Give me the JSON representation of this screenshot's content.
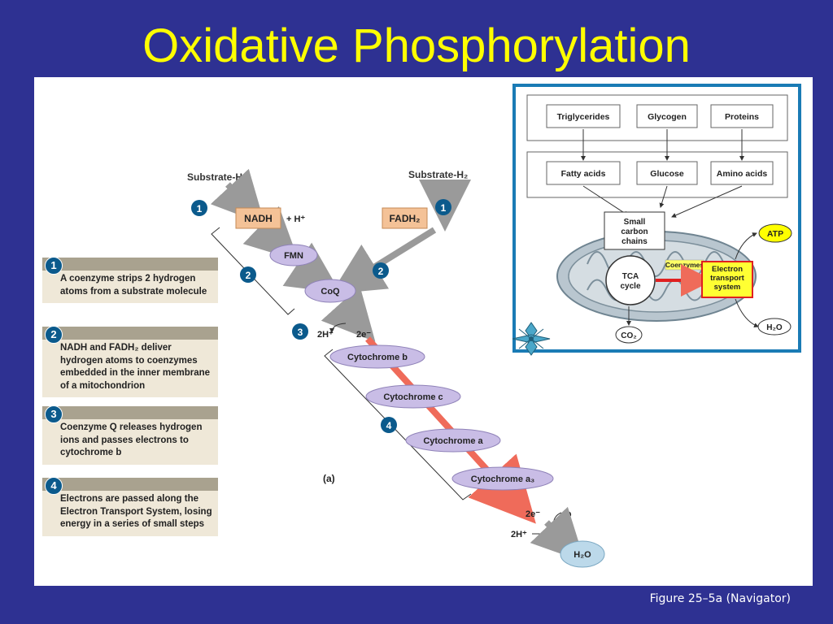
{
  "slide": {
    "title": "Oxidative Phosphorylation",
    "figure_caption": "Figure 25–5a (Navigator)"
  },
  "colors": {
    "background": "#2e3192",
    "title": "#ffff00",
    "step_badge": "#0b5a8c",
    "carrier_fill": "#f4c297",
    "cytochrome_fill": "#c9bde6",
    "electron_path": "#ef6b5a",
    "atp_fill": "#ffff00"
  },
  "steps": [
    {
      "num": "1",
      "text": "A coenzyme strips 2 hydrogen atoms from a substrate molecule"
    },
    {
      "num": "2",
      "text": "NADH and FADH₂ deliver hydrogen atoms to coenzymes embedded in the inner membrane of a mitochondrion"
    },
    {
      "num": "3",
      "text": "Coenzyme Q releases hydrogen ions and passes electrons to cytochrome b"
    },
    {
      "num": "4",
      "text": "Electrons are passed along the Electron Transport System, losing energy in a series of small steps"
    }
  ],
  "diagram": {
    "substrate_left": "Substrate-H₂",
    "substrate_right": "Substrate-H₂",
    "nadh": "NADH",
    "h_plus": "+ H⁺",
    "fadh2": "FADH₂",
    "fmn": "FMN",
    "coq": "CoQ",
    "two_h_plus_top": "2H⁺",
    "two_e_top": "2e⁻",
    "cytochromes": [
      "Cytochrome b",
      "Cytochrome c",
      "Cytochrome a",
      "Cytochrome a₃"
    ],
    "two_e_bottom": "2e⁻",
    "oxygen": "O",
    "two_h_plus_bottom": "2H⁺",
    "water": "H₂O",
    "part_label": "(a)",
    "markers": [
      "1",
      "1",
      "2",
      "2",
      "3",
      "4"
    ]
  },
  "navigator": {
    "stores": [
      "Triglycerides",
      "Glycogen",
      "Proteins"
    ],
    "monomers": [
      "Fatty acids",
      "Glucose",
      "Amino acids"
    ],
    "small_carbon": "Small carbon chains",
    "tca": "TCA cycle",
    "coenzymes": "Coenzymes",
    "ets": "Electron transport system",
    "atp": "ATP",
    "co2": "CO₂",
    "h2o": "H₂O"
  }
}
